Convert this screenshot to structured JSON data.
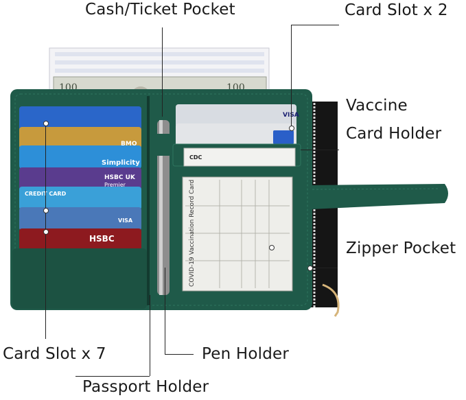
{
  "labels": {
    "cash_ticket_pocket": "Cash/Ticket Pocket",
    "card_slot_x2": "Card Slot x 2",
    "vaccine_line1": "Vaccine",
    "vaccine_line2": "Card Holder",
    "zipper_pocket": "Zipper Pocket",
    "card_slot_x7": "Card Slot x 7",
    "pen_holder": "Pen Holder",
    "passport_holder": "Passport Holder"
  },
  "card_brands": {
    "bmo": "BMO",
    "simplicity": "Simplicity",
    "hsbc_uk": "HSBC UK",
    "premier": "Premier",
    "credit_card": "CREDIT CARD",
    "hsbc": "HSBC",
    "visa": "VISA"
  },
  "vaccine_card_title": "COVID-19 Vaccination Record Card",
  "cdc_logo": "CDC",
  "banknote_value": "100",
  "colors": {
    "wallet_green": "#1f5a49",
    "wallet_dark": "#174537",
    "zipper_black": "#151515"
  }
}
